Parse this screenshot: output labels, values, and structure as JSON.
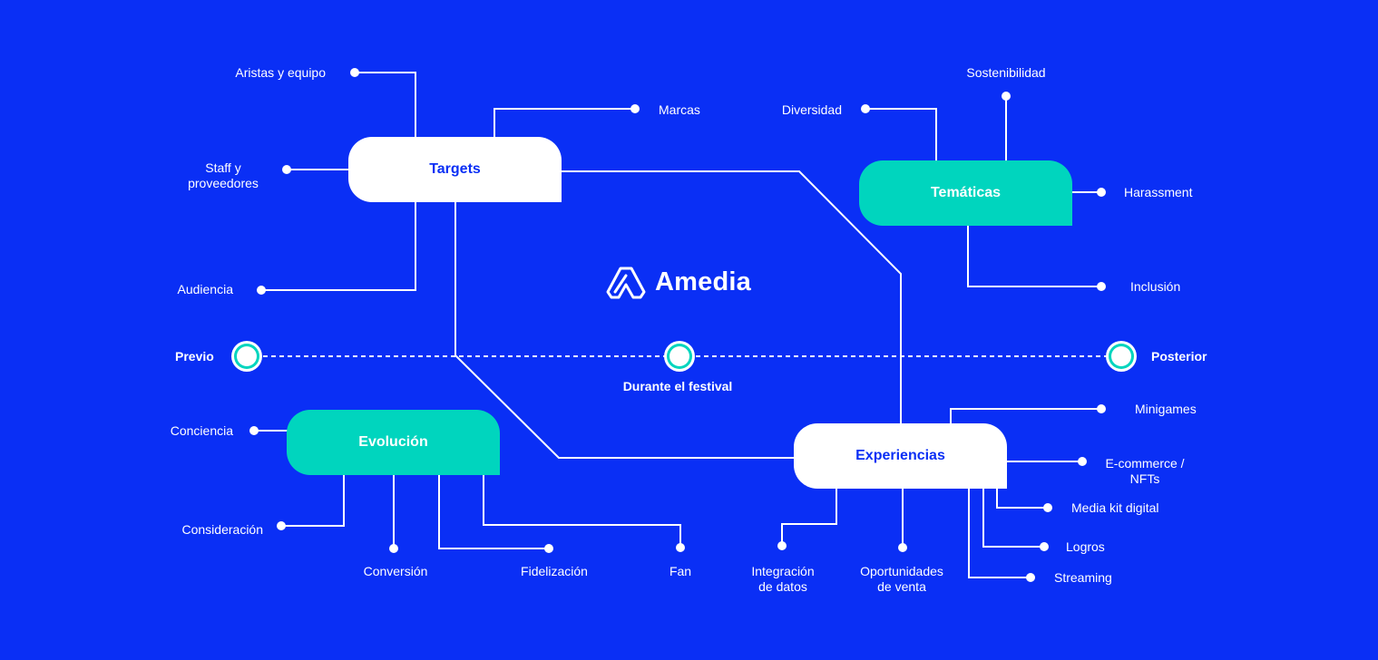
{
  "brand": {
    "name": "Amedia",
    "icon": "amedia-logo-icon"
  },
  "colors": {
    "background": "#0a2ff5",
    "teal": "#00d5be",
    "white": "#ffffff"
  },
  "boxes": {
    "targets": "Targets",
    "tematicas": "Temáticas",
    "evolucion": "Evolución",
    "experiencias": "Experiencias"
  },
  "targets_items": {
    "aristas": "Aristas y equipo",
    "marcas": "Marcas",
    "staff": "Staff y\nproveedores",
    "audiencia": "Audiencia"
  },
  "tematicas_items": {
    "sostenibilidad": "Sostenibilidad",
    "diversidad": "Diversidad",
    "harassment": "Harassment",
    "inclusion": "Inclusión"
  },
  "timeline": {
    "previo": "Previo",
    "durante": "Durante el festival",
    "posterior": "Posterior"
  },
  "evolucion_items": {
    "conciencia": "Conciencia",
    "consideracion": "Consideración",
    "conversion": "Conversión",
    "fidelizacion": "Fidelización",
    "fan": "Fan"
  },
  "experiencias_items": {
    "minigames": "Minigames",
    "ecommerce": "E-commerce /\nNFTs",
    "mediakit": "Media kit digital",
    "logros": "Logros",
    "streaming": "Streaming",
    "integracion": "Integración\nde datos",
    "oportunidades": "Oportunidades\nde venta"
  }
}
